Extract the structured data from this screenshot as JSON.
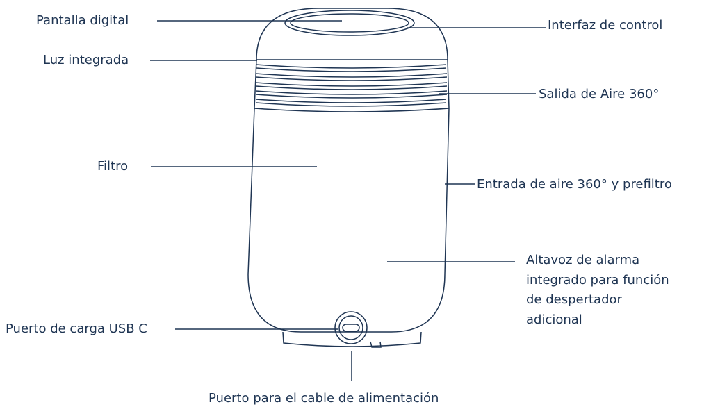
{
  "colors": {
    "stroke": "#1f3553",
    "text": "#1f3553",
    "background": "#ffffff"
  },
  "labels": {
    "pantalla": "Pantalla digital",
    "luz": "Luz integrada",
    "filtro": "Filtro",
    "puerto_usb": "Puerto de carga USB C",
    "interfaz": "Interfaz de control",
    "salida": "Salida de Aire 360°",
    "entrada": "Entrada de aire 360° y prefiltro",
    "altavoz": [
      "Altavoz de alarma",
      "integrado para función",
      "de despertador",
      "adicional"
    ],
    "puerto_alimentacion": "Puerto para el cable de alimentación"
  }
}
